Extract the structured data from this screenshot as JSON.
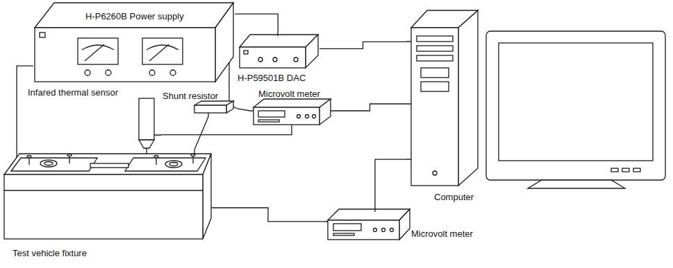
{
  "diagram": {
    "nodes": [
      {
        "text": [
          "H-P6260B Power supply"
        ]
      },
      {
        "text": [
          "H-P59501B DAC"
        ]
      },
      {
        "text": [
          "Computer"
        ]
      },
      {
        "text": [
          "Shunt resistor"
        ]
      },
      {
        "text": [
          "Microvolt meter"
        ]
      },
      {
        "text": [
          "Infared thermal sensor"
        ]
      },
      {
        "text": [
          "Test vehicle fixture"
        ]
      },
      {
        "text": [
          "Microvolt meter"
        ]
      }
    ],
    "edges": [
      {
        "from": 0,
        "to": 1,
        "arrow": "none"
      },
      {
        "from": 1,
        "to": 2,
        "arrow": "none"
      },
      {
        "from": 0,
        "to": 6,
        "arrow": "none"
      },
      {
        "from": 0,
        "to": 3,
        "arrow": "none"
      },
      {
        "from": 3,
        "to": 4,
        "arrow": "none"
      },
      {
        "from": 3,
        "to": 6,
        "arrow": "none"
      },
      {
        "from": 4,
        "to": 2,
        "arrow": "none"
      },
      {
        "from": 6,
        "to": 7,
        "arrow": "none"
      },
      {
        "from": 7,
        "to": 2,
        "arrow": "none"
      },
      {
        "from": 5,
        "to": 4,
        "arrow": "none"
      }
    ]
  }
}
